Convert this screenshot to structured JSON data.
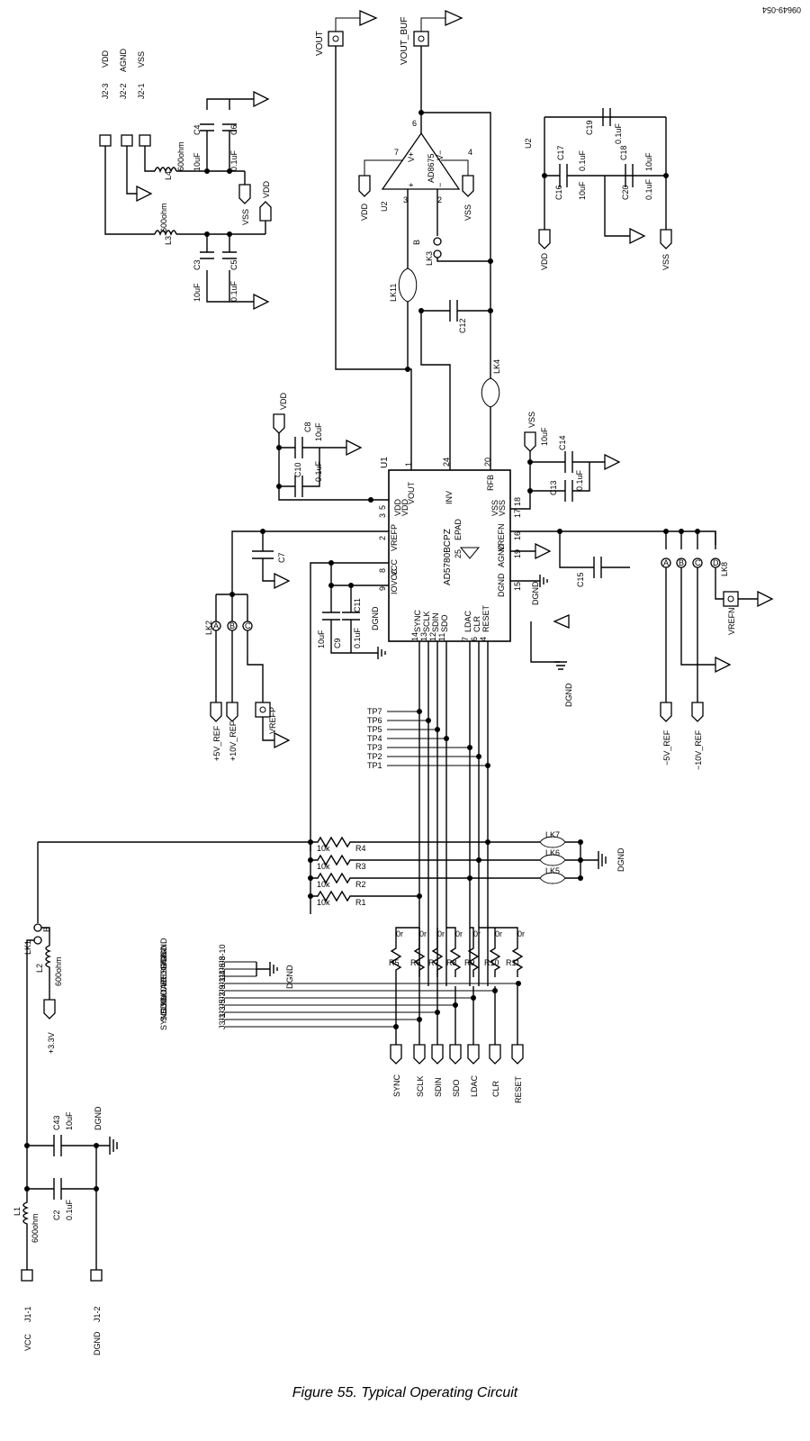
{
  "figure": {
    "caption": "Figure 55. Typical Operating Circuit",
    "doc_id": "09649-054"
  },
  "main_ic": {
    "ref": "U1",
    "part": "AD5780BCPZ",
    "epad_pin": "25",
    "epad_label": "EPAD",
    "pins": [
      {
        "num": "1",
        "name": "VOUT"
      },
      {
        "num": "24",
        "name": "INV"
      },
      {
        "num": "20",
        "name": "RFB"
      },
      {
        "num": "3",
        "name": "VDD"
      },
      {
        "num": "5",
        "name": "VDD"
      },
      {
        "num": "17",
        "name": "VSS"
      },
      {
        "num": "18",
        "name": "VSS"
      },
      {
        "num": "2",
        "name": "VREFP"
      },
      {
        "num": "16",
        "name": "VREFN"
      },
      {
        "num": "19",
        "name": "AGND"
      },
      {
        "num": "8",
        "name": "VCC"
      },
      {
        "num": "9",
        "name": "IOVCC"
      },
      {
        "num": "15",
        "name": "DGND"
      },
      {
        "num": "14",
        "name": "SYNC"
      },
      {
        "num": "13",
        "name": "SCLK"
      },
      {
        "num": "12",
        "name": "SDIN"
      },
      {
        "num": "11",
        "name": "SDO"
      },
      {
        "num": "7",
        "name": "LDAC"
      },
      {
        "num": "6",
        "name": "CLR"
      },
      {
        "num": "4",
        "name": "RESET"
      }
    ]
  },
  "opamp": {
    "ref": "U2",
    "part": "AD8675",
    "pins": [
      "7",
      "4",
      "6",
      "3",
      "2"
    ],
    "pin_names": [
      "V+",
      "V−",
      "+",
      "−"
    ]
  },
  "connectors": {
    "vout": "VOUT",
    "vout_buf": "VOUT_BUF",
    "j2": [
      "J2-3",
      "J2-2",
      "J2-1"
    ],
    "j2_nets": [
      "VDD",
      "AGND",
      "VSS"
    ],
    "j1": [
      "J1-1",
      "J1-2"
    ],
    "j1_nets": [
      "VCC",
      "DGND"
    ],
    "j3": [
      "J3-1",
      "J3-3",
      "J3-5",
      "J3-7",
      "J3-9",
      "J3-11",
      "J3-2",
      "J3-4",
      "J3-6",
      "J3-8",
      "J3-10"
    ],
    "j3_nets": [
      "SYNC",
      "SCLK",
      "SDIN",
      "SDO",
      "LDAC",
      "CLR",
      "RESET",
      "DGND",
      "DGND",
      "DGND"
    ]
  },
  "power_nets": {
    "vdd": "VDD",
    "vss": "VSS",
    "vcc": "VCC",
    "dgnd": "DGND",
    "agnd": "AGND",
    "plus33": "+3.3V",
    "vrefp": "VREFP",
    "vrefn": "VREFN",
    "p5ref": "+5V_REF",
    "p10ref": "+10V_REF",
    "m5ref": "−5V_REF",
    "m10ref": "−10V_REF"
  },
  "capacitors": {
    "c2": {
      "ref": "C2",
      "val": "0.1uF"
    },
    "c43": {
      "ref": "C43",
      "val": "10uF"
    },
    "c3": {
      "ref": "C3",
      "val": "10uF"
    },
    "c4": {
      "ref": "C4",
      "val": "10uF"
    },
    "c5": {
      "ref": "C5",
      "val": "0.1uF"
    },
    "c6": {
      "ref": "C6",
      "val": "0.1uF"
    },
    "c7": {
      "ref": "C7"
    },
    "c8": {
      "ref": "C8",
      "val": "10uF"
    },
    "c9": {
      "ref": "C9",
      "val": "10uF"
    },
    "c10": {
      "ref": "C10",
      "val": "0.1uF"
    },
    "c11": {
      "ref": "C11",
      "val": "0.1uF"
    },
    "c12": {
      "ref": "C12"
    },
    "c13": {
      "ref": "C13",
      "val": "0.1uF"
    },
    "c14": {
      "ref": "C14",
      "val": "10uF"
    },
    "c15": {
      "ref": "C15"
    },
    "c16": {
      "ref": "C16",
      "val": "10uF"
    },
    "c17": {
      "ref": "C17",
      "val": "0.1uF"
    },
    "c18": {
      "ref": "C18",
      "val": "10uF"
    },
    "c19": {
      "ref": "C19",
      "val": "0.1uF"
    },
    "c20": {
      "ref": "C20",
      "val": "0.1uF"
    }
  },
  "inductors": {
    "l1": {
      "ref": "L1",
      "val": "600ohm"
    },
    "l2": {
      "ref": "L2",
      "val": "600ohm"
    },
    "l3": {
      "ref": "L3",
      "val": "600ohm"
    },
    "l4": {
      "ref": "L4",
      "val": "600ohm"
    }
  },
  "resistors": {
    "r1": {
      "ref": "R1",
      "val": "10k"
    },
    "r2": {
      "ref": "R2",
      "val": "10k"
    },
    "r3": {
      "ref": "R3",
      "val": "10k"
    },
    "r4": {
      "ref": "R4",
      "val": "10k"
    },
    "r5": {
      "ref": "R5",
      "val": "0r"
    },
    "r6": {
      "ref": "R6",
      "val": "0r"
    },
    "r7": {
      "ref": "R7",
      "val": "0r"
    },
    "r8": {
      "ref": "R8",
      "val": "0r"
    },
    "r9": {
      "ref": "R9",
      "val": "0r"
    },
    "r10": {
      "ref": "R10",
      "val": "0r"
    },
    "r11": {
      "ref": "R11",
      "val": "0r"
    }
  },
  "links": {
    "lk1": "LK1",
    "lk2": "LK2",
    "lk3": "LK3",
    "lk4": "LK4",
    "lk5": "LK5",
    "lk6": "LK6",
    "lk7": "LK7",
    "lk8": "LK8",
    "lk11": "LK11",
    "pos": [
      "A",
      "B",
      "C",
      "D"
    ]
  },
  "test_points": [
    "TP1",
    "TP2",
    "TP3",
    "TP4",
    "TP5",
    "TP6",
    "TP7"
  ]
}
